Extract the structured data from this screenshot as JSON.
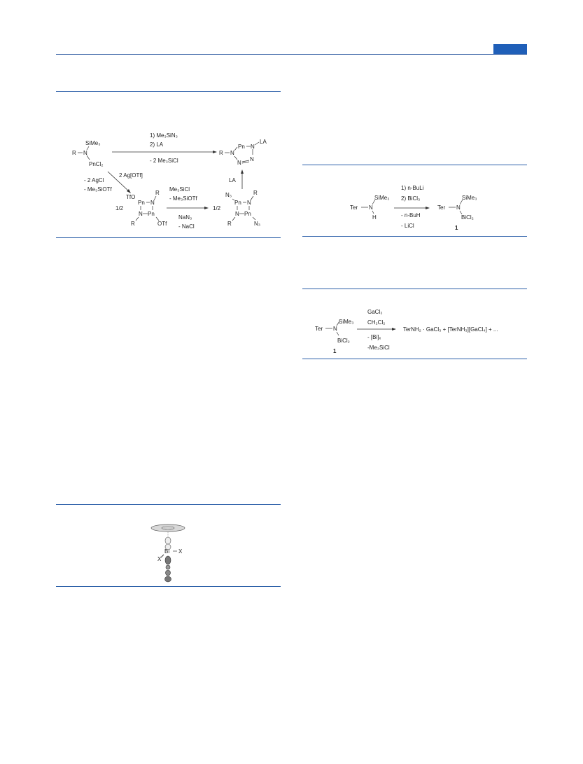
{
  "scheme1": {
    "reactant": {
      "sub": "SiMe₃",
      "r": "R",
      "n": "N",
      "pn": "PnCl₂"
    },
    "top_arrow": {
      "step1": "1) Me₃SiN₃",
      "step2": "2) LA",
      "below": "- 2 Me₃SiCl"
    },
    "tetrazole": {
      "pn": "Pn",
      "n1": "N",
      "n2": "N",
      "n3": "N",
      "n4": "N",
      "la": "LA",
      "r": "R"
    },
    "diag_arrow": {
      "label": "2 Ag[OTf]",
      "left1": "- 2 AgCl",
      "left2": "- Me₃SiOTf"
    },
    "dimer1": {
      "half": "1/2",
      "tfo": "TfO",
      "pn1": "Pn",
      "n1": "N",
      "r1": "R",
      "n2": "N",
      "pn2": "Pn",
      "r2": "R",
      "otf": "OTf"
    },
    "mid_arrow": {
      "a1": "Me₃SiCl",
      "a2": "- Me₃SiOTf",
      "b1": "NaN₃",
      "b2": "- NaCl"
    },
    "dimer2": {
      "half": "1/2",
      "n3a": "N₃",
      "pn1": "Pn",
      "n1": "N",
      "r1": "R",
      "n2": "N",
      "pn2": "Pn",
      "r2": "R",
      "n3b": "N₃"
    },
    "up_arrow": {
      "label": "LA"
    }
  },
  "scheme2": {
    "reactant": {
      "ter": "Ter",
      "n": "N",
      "sub": "SiMe₃",
      "h": "H"
    },
    "arrow": {
      "s1": "1) n-BuLi",
      "s2": "2) BiCl₃",
      "b1": "- n-BuH",
      "b2": "- LiCl"
    },
    "product": {
      "ter": "Ter",
      "n": "N",
      "sub": "SiMe₃",
      "bi": "BiCl₂",
      "num": "1"
    }
  },
  "scheme3": {
    "reactant": {
      "ter": "Ter",
      "n": "N",
      "sub": "SiMe₃",
      "bi": "BiCl₂",
      "num": "1"
    },
    "arrow": {
      "a1": "GaCl₃",
      "a2": "CH₂Cl₂",
      "b1": "- [Bi]ₓ",
      "b2": "-Me₃SiCl"
    },
    "products": "TerNH₂ · GaCl₃ + [TerNH₃][GaCl₄] + ..."
  },
  "figure": {
    "bi": "Bi",
    "x1": "X",
    "x2": "X"
  }
}
